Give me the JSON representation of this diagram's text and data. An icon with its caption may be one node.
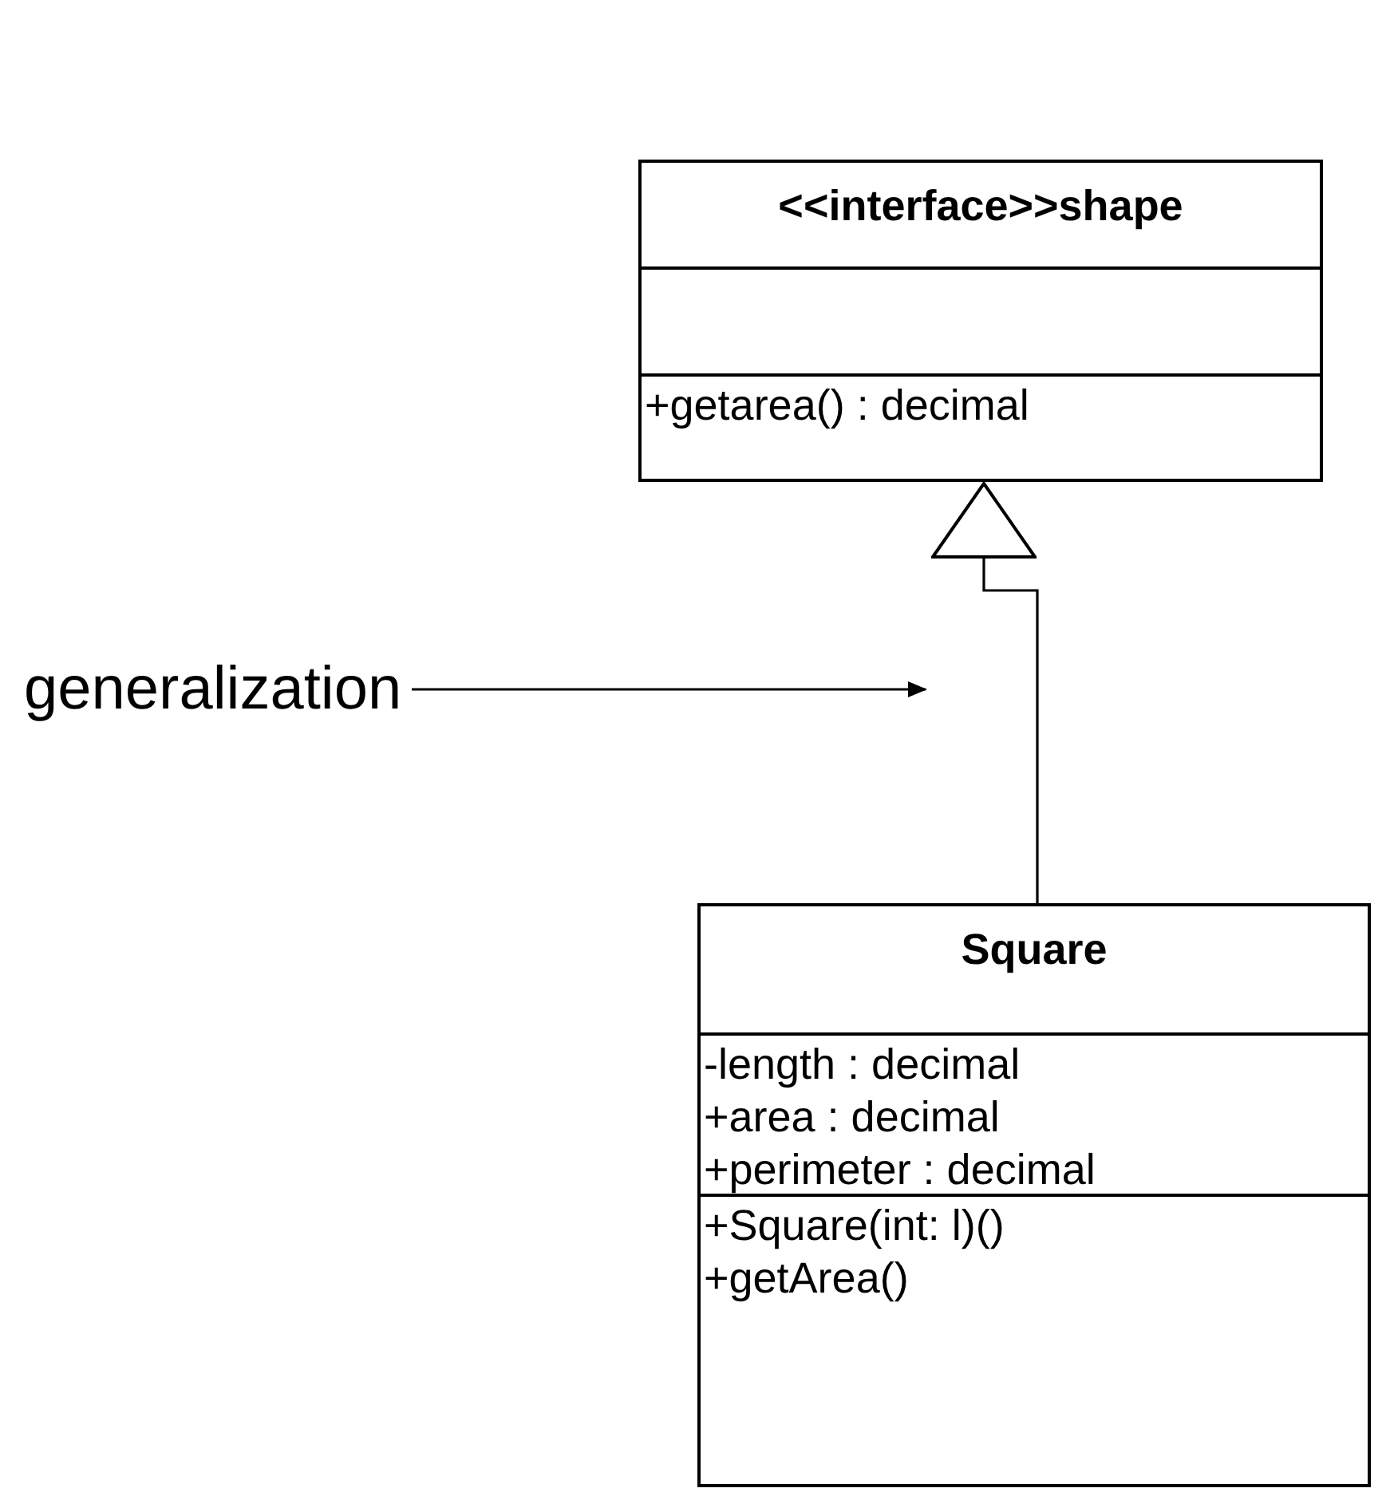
{
  "diagram": {
    "nodes": [
      {
        "text": [
          "<<interface>>shape",
          "+getarea() : decimal"
        ]
      },
      {
        "text": [
          "generalization"
        ]
      },
      {
        "text": [
          "Square",
          "-length : decimal",
          "+area : decimal",
          "+perimeter : decimal",
          "+Square(int: l)()",
          "+getArea()"
        ]
      }
    ],
    "edges": [
      {
        "from": 2,
        "to": 0,
        "arrow": "to"
      },
      {
        "from": 1,
        "to": null,
        "arrow": "to"
      }
    ]
  }
}
